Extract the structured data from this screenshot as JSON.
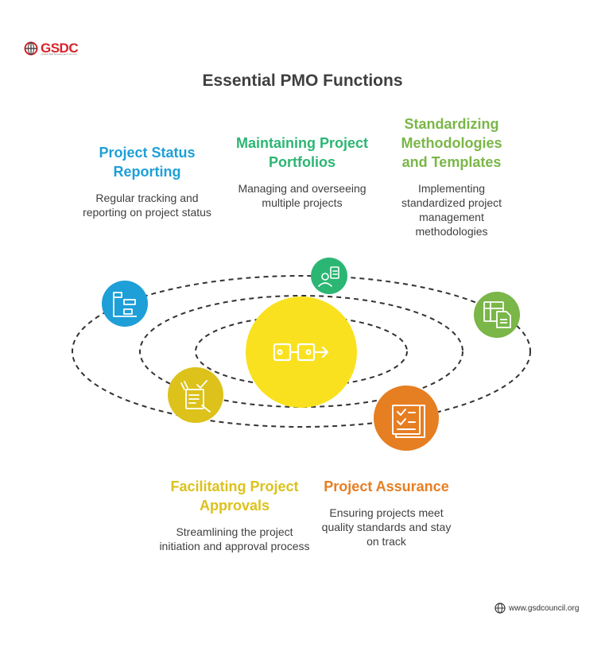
{
  "brand": {
    "name": "GSDC",
    "tagline": "Global Skill Development Council"
  },
  "title": "Essential PMO Functions",
  "functions": [
    {
      "heading": "Project Status Reporting",
      "description": "Regular tracking and reporting on project status",
      "color": "#1e9fd8",
      "icon": "flowchart-icon"
    },
    {
      "heading": "Maintaining Project Portfolios",
      "description": "Managing and overseeing multiple projects",
      "color": "#2bb673",
      "icon": "team-checklist-icon"
    },
    {
      "heading": "Standardizing Methodologies and Templates",
      "description": "Implementing standardized project management methodologies",
      "color": "#7ab648",
      "icon": "template-document-icon"
    },
    {
      "heading": "Facilitating Project Approvals",
      "description": "Streamlining the project initiation and approval process",
      "color": "#dcc21a",
      "icon": "approval-signing-icon"
    },
    {
      "heading": "Project Assurance",
      "description": "Ensuring projects meet quality standards and stay on track",
      "color": "#e67e22",
      "icon": "checklist-report-icon"
    }
  ],
  "center": {
    "icon": "process-flow-icon",
    "color": "#f9e11f"
  },
  "footer": {
    "website": "www.gsdcouncil.org"
  }
}
